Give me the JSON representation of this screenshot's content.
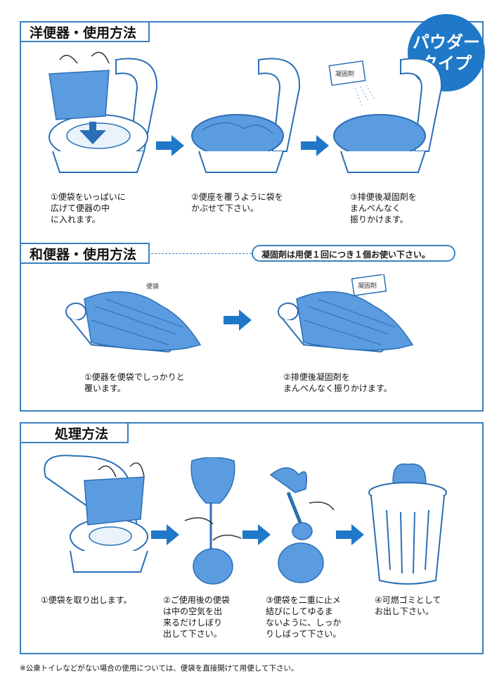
{
  "western": {
    "title": "洋便器・使用方法",
    "badge_line1": "パウダー",
    "badge_line2": "タイプ",
    "steps": [
      {
        "lines": [
          "①便袋をいっぱいに",
          "広げて便器の中",
          "に入れます。"
        ]
      },
      {
        "lines": [
          "②便座を覆うように袋を",
          "かぶせて下さい。"
        ]
      },
      {
        "lines": [
          "③排便後凝固剤を",
          "まんべんなく",
          "振りかけます。"
        ]
      }
    ],
    "coagulant_label": "凝固剤"
  },
  "japanese": {
    "title": "和便器・使用方法",
    "notice": "凝固剤は用便１回につき１個お使い下さい。",
    "bag_label": "便袋",
    "coagulant_label": "凝固剤",
    "steps": [
      {
        "lines": [
          "①便器を便袋でしっかりと",
          "覆います。"
        ]
      },
      {
        "lines": [
          "②排便後凝固剤を",
          "まんべんなく振りかけます。"
        ]
      }
    ]
  },
  "disposal": {
    "title": "処理方法",
    "steps": [
      {
        "lines": [
          "①便袋を取り出します。"
        ]
      },
      {
        "lines": [
          "②ご使用後の便袋",
          "は中の空気を出",
          "来るだけしぼり",
          "出して下さい。"
        ]
      },
      {
        "lines": [
          "③便袋を二重に止メ",
          "結びにしてゆるま",
          "ないように、しっか",
          "りしばって下さい。"
        ]
      },
      {
        "lines": [
          "④可燃ゴミとして",
          "お出し下さい。"
        ]
      }
    ]
  },
  "footnote": "※公衆トイレなどがない場合の使用については、便袋を直接開けて用便して下さい。",
  "colors": {
    "accent": "#1f78c8",
    "bag": "#5b9be0",
    "line": "#3a7fc1"
  }
}
